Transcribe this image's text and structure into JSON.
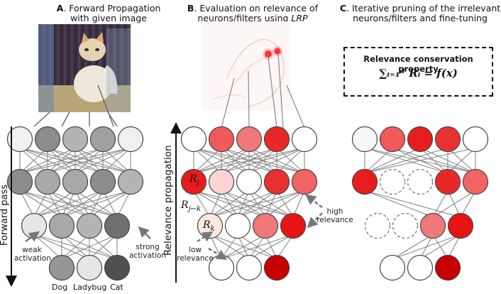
{
  "panels": {
    "a": {
      "letter": "A",
      "title_line1": ". Forward Propagation",
      "title_line2": "with given image"
    },
    "b": {
      "letter": "B",
      "title_line1": ". Evaluation on relevance of",
      "title_line2_prefix": "neurons/filters using ",
      "title_line2_em": "LRP"
    },
    "c": {
      "letter": "C",
      "title_line1": ". Iterative pruning of the irrelevant",
      "title_line2": "neurons/filters and fine-tuning"
    }
  },
  "conservation": {
    "title": "Relevance conservation property",
    "formula": "∑ᵢ₌₁ᵈ Rᵢ = f(x)"
  },
  "labels": {
    "forward_pass": "Forward pass",
    "relevance_propagation": "Relevance propagation",
    "weak_activation": [
      "weak",
      "activation"
    ],
    "strong_activation": [
      "strong",
      "activation"
    ],
    "high_relevance": [
      "high",
      "relevance"
    ],
    "low_relevance": [
      "low",
      "relevance"
    ],
    "Rj": "R",
    "Rj_sub": "j",
    "Rjk": "R",
    "Rjk_sub": "j←k",
    "Rk": "R",
    "Rk_sub": "k"
  },
  "outputs": [
    "Dog",
    "Ladybug",
    "Cat"
  ],
  "network": {
    "A": {
      "layers": [
        [
          "#f0f0f0",
          "#8c8c8c",
          "#b4b4b4",
          "#a0a0a0",
          "#f0f0f0"
        ],
        [
          "#8c8c8c",
          "#a8a8a8",
          "#a8a8a8",
          "#8c8c8c",
          "#b4b4b4"
        ],
        [
          "#e6e6e6",
          "#a8a8a8",
          "#b4b4b4",
          "#707070"
        ],
        [
          "#969696",
          "#e6e6e6",
          "#505050"
        ]
      ]
    },
    "B": {
      "layers": [
        [
          "#ffffff",
          "#f05a5a",
          "#f07878",
          "#e82828",
          "#ffffff"
        ],
        [
          "#e81c1c",
          "#fcd4d4",
          "#ffffff",
          "#e83030",
          "#f06464"
        ],
        [
          "#fde8e0",
          "#ffffff",
          "#f07878",
          "#e81414"
        ],
        [
          "#ffffff",
          "#ffffff",
          "#c80000"
        ]
      ]
    },
    "C": {
      "layers": [
        [
          "#f8f8f8",
          "#f05a5a",
          "#e81e1e",
          "#e83232",
          "#ffffff"
        ],
        [
          "#e81c1c",
          "pruned",
          "pruned",
          "#e82828",
          "#f06464"
        ],
        [
          "pruned",
          "pruned",
          "#f07878",
          "#e81414"
        ],
        [
          "#ffffff",
          "#ffffff",
          "#c80000"
        ]
      ]
    }
  }
}
